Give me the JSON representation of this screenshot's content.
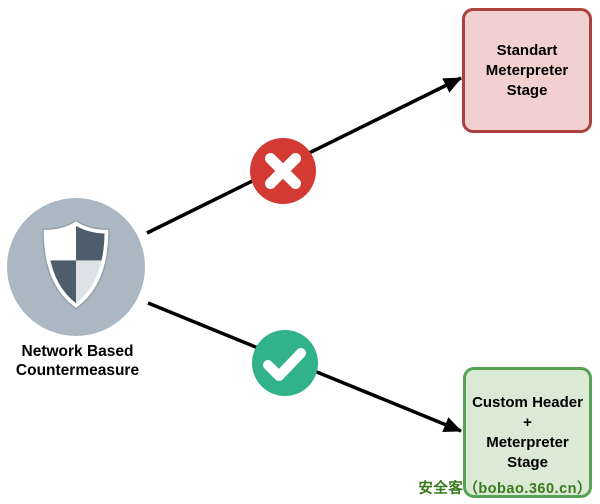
{
  "canvas": {
    "background": "#ffffff"
  },
  "source": {
    "label": "Network Based\nCountermeasure",
    "circle_color": "#abb8c3",
    "shield": {
      "quad_top_left": "#ffffff",
      "quad_top_right": "#4e5d6c",
      "quad_bottom_left": "#4e5d6c",
      "quad_bottom_right": "#dde2e6",
      "edge_color": "#94a0a8",
      "ring_color": "#ffffff"
    }
  },
  "paths": [
    {
      "status": "blocked",
      "marker": "x-icon",
      "marker_color": "#d33a34"
    },
    {
      "status": "allowed",
      "marker": "check-icon",
      "marker_color": "#31b28a"
    }
  ],
  "targets": {
    "blocked": {
      "label": "Standart\nMeterpreter\nStage",
      "fill": "#f2d0cf",
      "border": "#aa4340"
    },
    "allowed": {
      "label": "Custom Header\n+\nMeterpreter\nStage",
      "fill": "#dbead4",
      "border": "#57a355"
    }
  },
  "arrow_color": "#000000",
  "watermark": {
    "text": "安全客（bobao.360.cn）",
    "color": "#3a7a1c"
  }
}
